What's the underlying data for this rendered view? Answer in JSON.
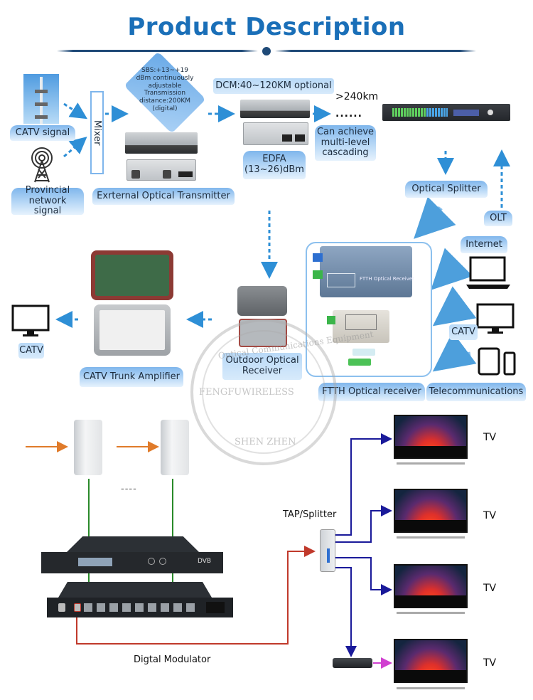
{
  "header": {
    "title": "Product Description"
  },
  "top_flow": {
    "catv_signal": "CATV signal",
    "provincial_signal": "Provincial network signal",
    "mixer": "Mixer",
    "transmitter_spec": [
      "SBS:+13~+19",
      "dBm continuously",
      "adjustable",
      "Transmission",
      "distance:200KM",
      "(digital)"
    ],
    "transmitter_label": "Exrternal Optical Transmitter",
    "dcm": "DCM:40~120KM optional",
    "edfa": [
      "EDFA",
      "(13~26)dBm"
    ],
    "distance": ">240km",
    "ellipsis": "......",
    "cascading": [
      "Can achieve",
      "multi-level",
      "cascading"
    ],
    "optical_splitter": "Optical Splitter",
    "olt": "OLT"
  },
  "middle_flow": {
    "catv_left": "CATV",
    "trunk_amplifier": "CATV Trunk Amplifier",
    "outdoor_receiver": [
      "Outdoor Optical",
      "Receiver"
    ],
    "ftth_receiver": "FTTH Optical receiver",
    "ftth_device_label": "FTTH Optical Receiver",
    "internet": "Internet",
    "catv_right": "CATV",
    "telecommunications": "Telecommunications"
  },
  "watermark": {
    "arc_top": "Optical Communications Equipment",
    "center": "FENGFUWIRELESS",
    "bottom": "SHEN ZHEN"
  },
  "bottom_flow": {
    "dashes": "----",
    "modulator_label": "Digtal Modulator",
    "tap_splitter": "TAP/Splitter",
    "tv_labels": [
      "TV",
      "TV",
      "TV",
      "TV"
    ]
  },
  "colors": {
    "title_blue": "#1a6fb8",
    "arrow_blue": "#2e8fd6",
    "orange_arrow": "#e07b2a",
    "green_line": "#2a8a2a",
    "red_line": "#c0392b",
    "navy_line": "#1a1a9a",
    "magenta_line": "#d040d0"
  }
}
